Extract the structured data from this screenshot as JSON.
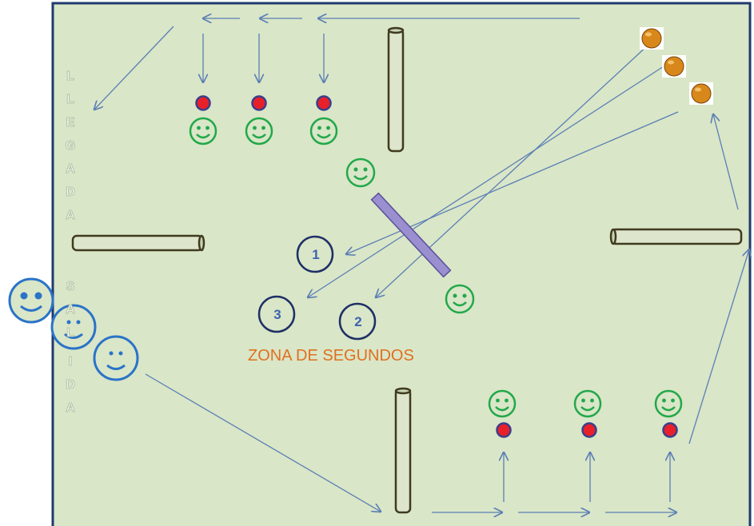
{
  "labels": {
    "llegada": [
      "L",
      "L",
      "E",
      "G",
      "A",
      "D",
      "A"
    ],
    "salida": [
      "S",
      "A",
      "L",
      "I",
      "D",
      "A"
    ],
    "zone_label": "ZONA DE SEGUNDOS",
    "zone_numbers": [
      "1",
      "2",
      "3"
    ]
  },
  "colors": {
    "field": "#d9e6c7",
    "field_border": "#1f3a6e",
    "arrows": "#5b7fb5",
    "green_player": "#22a84a",
    "blue_player": "#2a73c9",
    "cone": "#e8202a",
    "zone_label": "#e07020",
    "barrier": "#9a8fcf",
    "ball": "#d8881a"
  },
  "icons": {
    "player_green": "smiley-green-icon",
    "player_blue": "smiley-blue-icon",
    "cone": "red-cone-icon",
    "ball": "ball-icon",
    "post": "post-icon",
    "barrier": "barrier-bar"
  }
}
